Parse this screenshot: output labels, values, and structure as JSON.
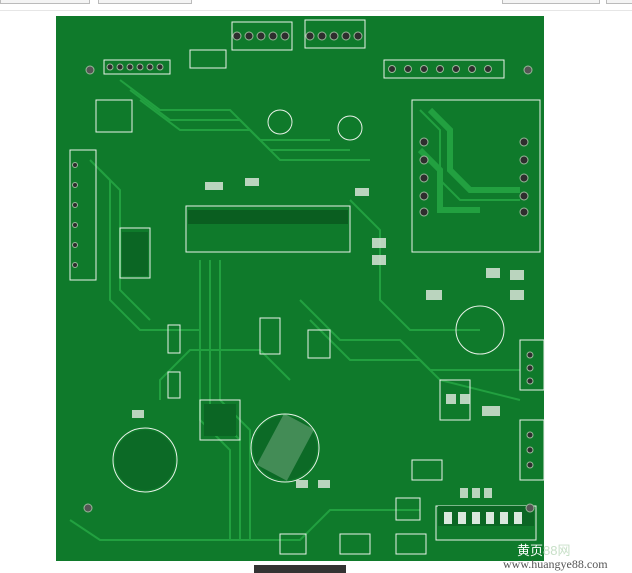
{
  "image": {
    "subject": "pcb",
    "colors": {
      "board": "#0f7a2b",
      "trace": "#1f9a3c",
      "silkscreen": "#e8f2e8",
      "hole": "#3a3a3a",
      "background": "#ffffff"
    }
  },
  "watermark": {
    "brand": "黄页",
    "brand_number": "88网",
    "url": "www.huangye88.com"
  }
}
